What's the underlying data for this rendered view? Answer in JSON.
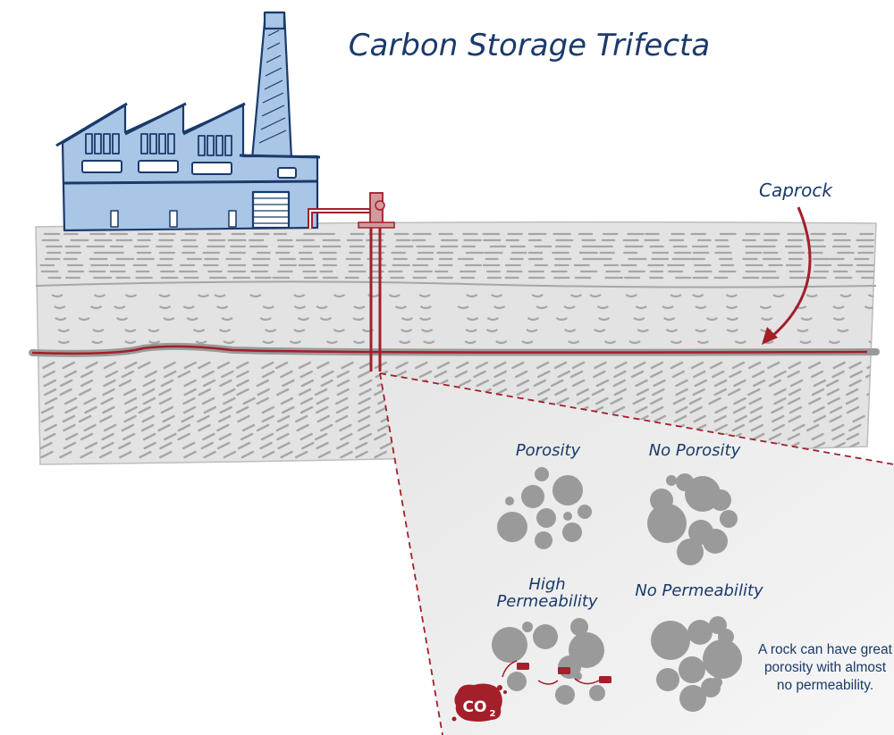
{
  "title": "Carbon Storage Trifecta",
  "labels": {
    "caprock": "Caprock",
    "porosity": "Porosity",
    "no_porosity": "No Porosity",
    "high_permeability_line1": "High",
    "high_permeability_line2": "Permeability",
    "no_permeability": "No Permeability",
    "co2_main": "CO",
    "co2_sub": "2",
    "co2_small": "CO₂"
  },
  "note": "A rock can have great porosity with almost no permeability.",
  "colors": {
    "navy": "#1a3a6b",
    "factory_blue": "#a9c6e6",
    "pipe_red": "#a31f2a",
    "rock_gray": "#9a9a9a",
    "ground_fill": "#e3e3e3",
    "panel_fill": "#eeeeee"
  },
  "icons": {
    "factory": "factory-icon",
    "wellhead": "wellhead-icon",
    "co2_badge": "co2-icon"
  }
}
